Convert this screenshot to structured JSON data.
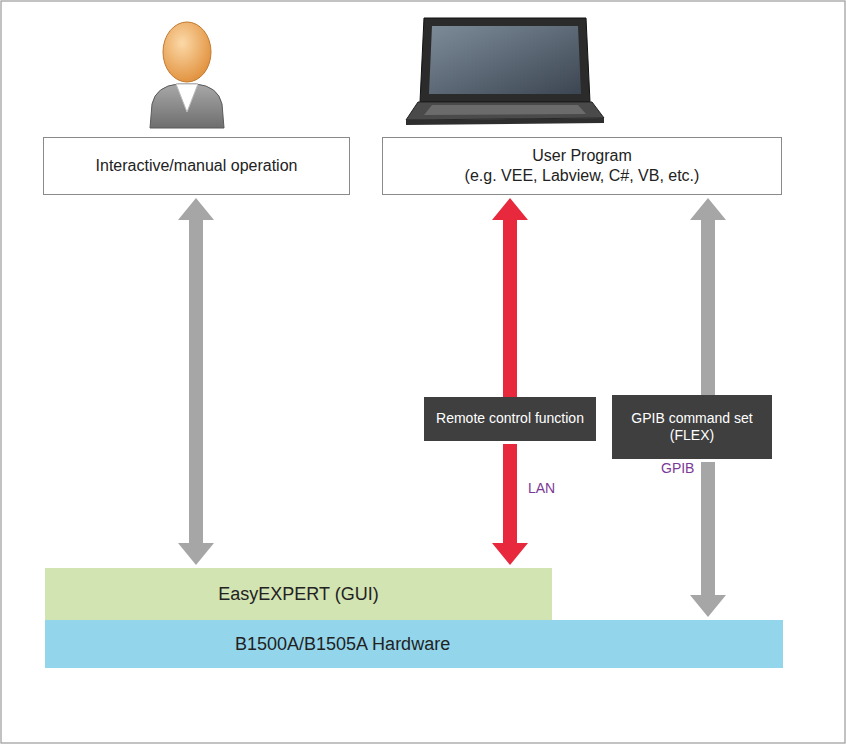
{
  "diagram": {
    "nodes": [
      {
        "text": [
          "Interactive/manual operation"
        ]
      },
      {
        "text": [
          "User Program",
          "(e.g. VEE, Labview, C#, VB, etc.)"
        ]
      },
      {
        "text": [
          "Remote control function"
        ]
      },
      {
        "text": [
          "GPIB command set (FLEX)"
        ]
      },
      {
        "text": [
          "EasyEXPERT (GUI)"
        ]
      },
      {
        "text": [
          "B1500A/B1505A Hardware"
        ]
      }
    ],
    "edges": [
      {
        "from": 0,
        "to": 4,
        "arrow": "both"
      },
      {
        "from": 2,
        "to": 1,
        "arrow": "to"
      },
      {
        "from": 2,
        "to": 4,
        "arrow": "to",
        "label": "LAN"
      },
      {
        "from": 3,
        "to": 1,
        "arrow": "to"
      },
      {
        "from": 3,
        "to": 5,
        "arrow": "to",
        "label": "GPIB"
      }
    ]
  }
}
